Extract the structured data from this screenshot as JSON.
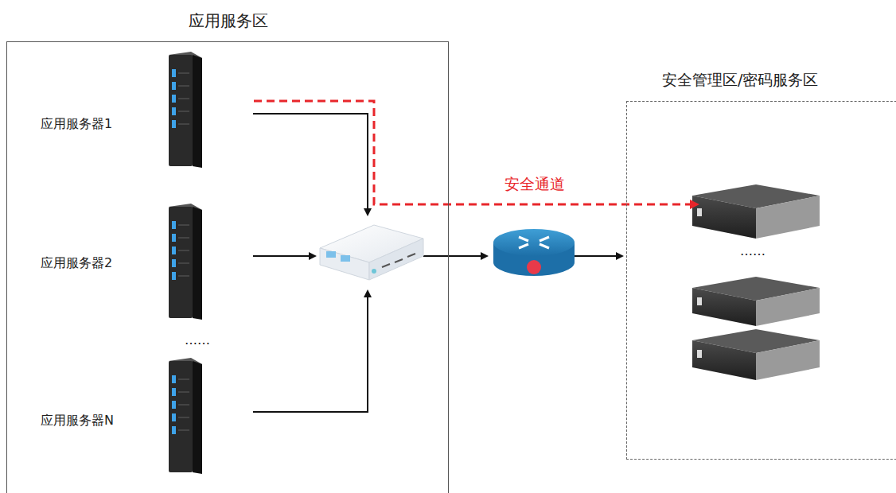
{
  "diagram": {
    "nodes": [
      {
        "text": [
          "应用服务区"
        ]
      },
      {
        "text": [
          "应用服务器1"
        ],
        "in": 0
      },
      {
        "text": [
          "应用服务器2"
        ],
        "in": 0
      },
      {
        "text": [
          "应用服务器N"
        ],
        "in": 0
      },
      {
        "text": [
          "安全管理区/密码服务区"
        ]
      }
    ],
    "edges": [
      {
        "from": 1,
        "to": 4,
        "arrow": "to",
        "label": "安全通道"
      }
    ],
    "labels": [
      "……",
      "……"
    ]
  }
}
